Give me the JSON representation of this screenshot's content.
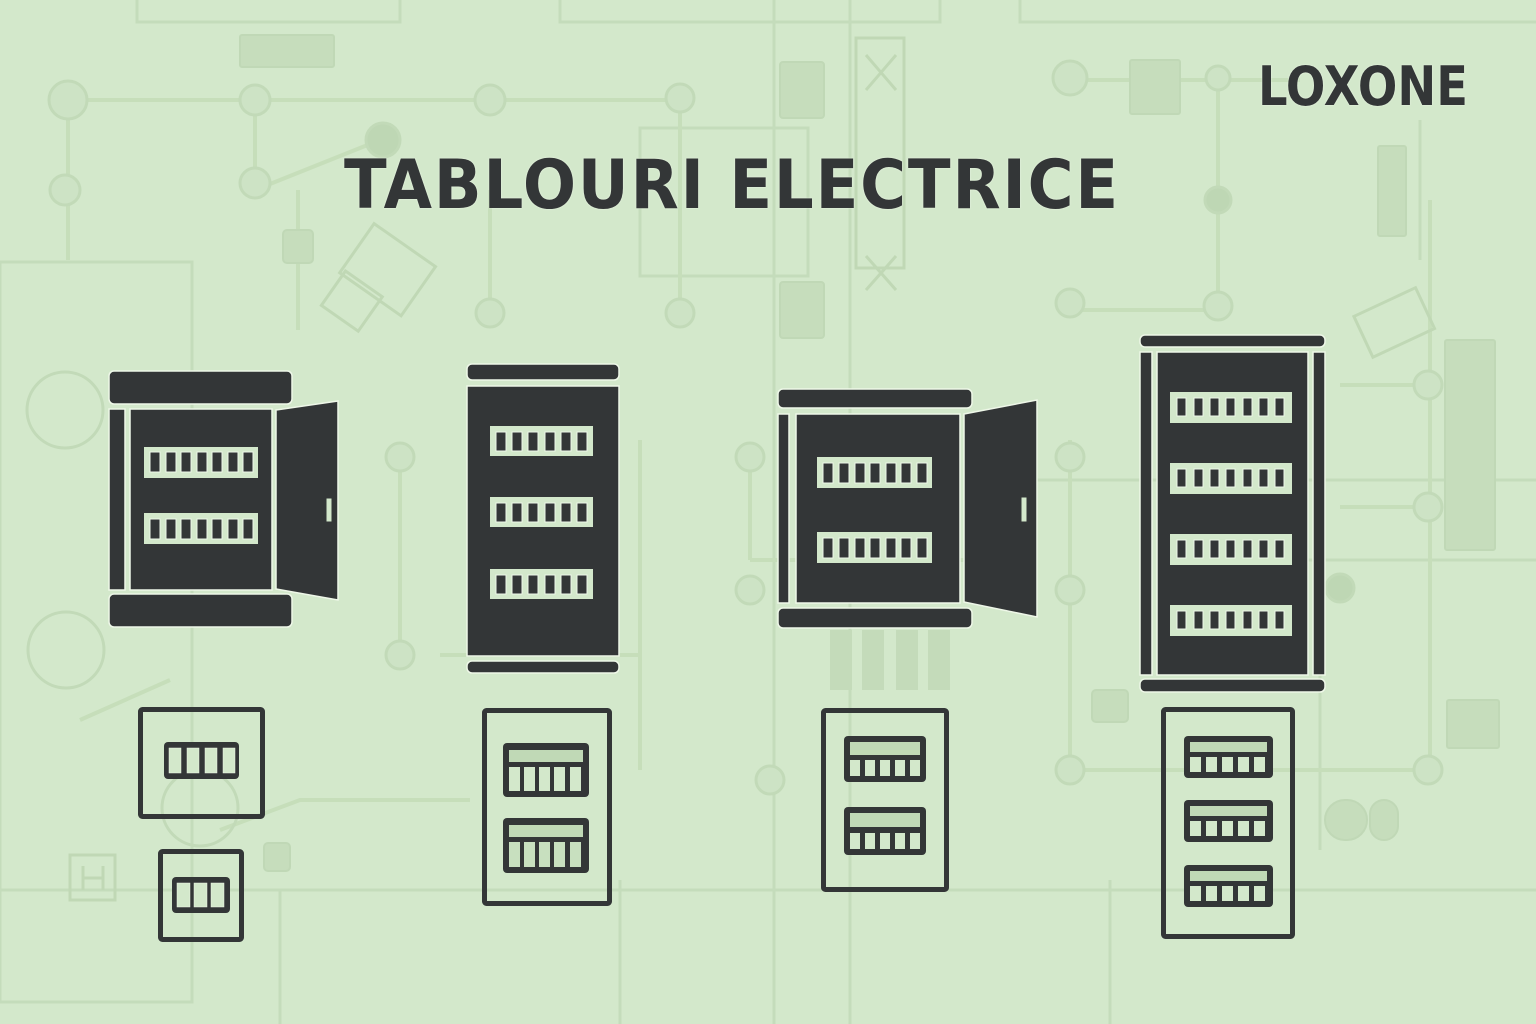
{
  "brand": {
    "logo_text": "LOXONE"
  },
  "header": {
    "title": "TABLOURI ELECTRICE"
  },
  "colors": {
    "background": "#d3e8cb",
    "icon_dark": "#333637",
    "icon_light": "#d3e8cb",
    "outline_highlight": "#eef7e8",
    "background_lines": "#c2dcb9"
  },
  "cabinets": [
    {
      "name": "cabinet-open-door-small",
      "rows": 2,
      "breakers_per_row": 7,
      "door": "open"
    },
    {
      "name": "cabinet-tall-closed",
      "rows": 3,
      "breakers_per_row": 6,
      "door": "none"
    },
    {
      "name": "cabinet-open-door-wide",
      "rows": 2,
      "breakers_per_row": 7,
      "door": "open"
    },
    {
      "name": "cabinet-tall-large",
      "rows": 4,
      "breakers_per_row": 7,
      "door": "none"
    }
  ],
  "panels": [
    {
      "name": "panel-single-4",
      "rows": 1,
      "modules": 4
    },
    {
      "name": "panel-single-3",
      "rows": 1,
      "modules": 3
    },
    {
      "name": "panel-double-5",
      "rows": 2,
      "modules": 5
    },
    {
      "name": "panel-double-5-b",
      "rows": 2,
      "modules": 5
    },
    {
      "name": "panel-triple-5",
      "rows": 3,
      "modules": 5
    }
  ]
}
